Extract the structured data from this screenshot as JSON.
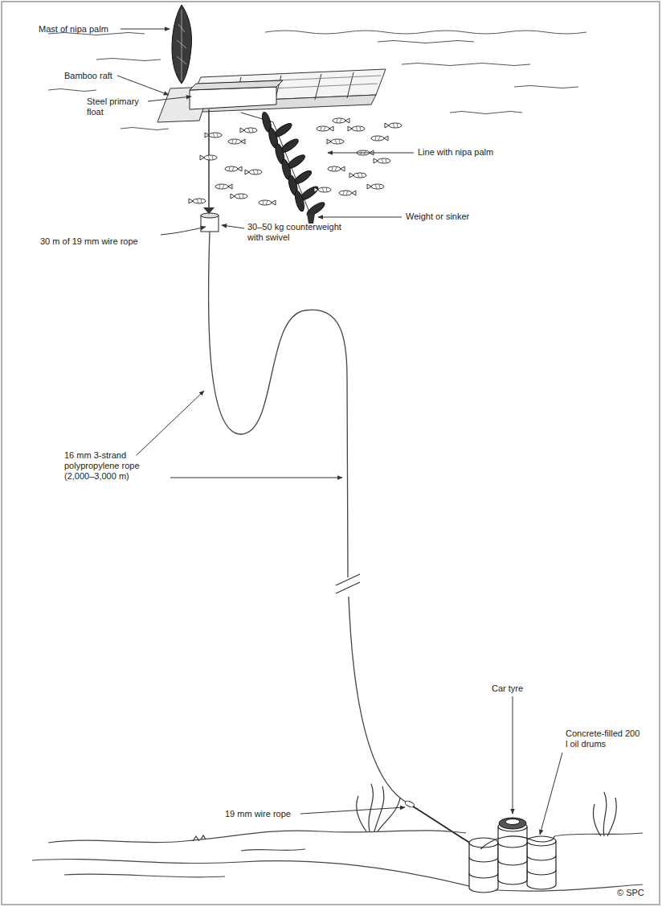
{
  "diagram": {
    "labels": [
      "Mast of nipa palm",
      "Bamboo raft",
      "Steel primary float",
      "Line with nipa palm",
      "Weight or sinker",
      "30 m of 19 mm wire rope",
      "30–50 kg counterweight with swivel",
      "16 mm 3-strand polypropylene rope (2,000–3,000 m)",
      "Car tyre",
      "19 mm wire rope",
      "Concrete-filled 200 l oil drums",
      "© SPC"
    ]
  }
}
